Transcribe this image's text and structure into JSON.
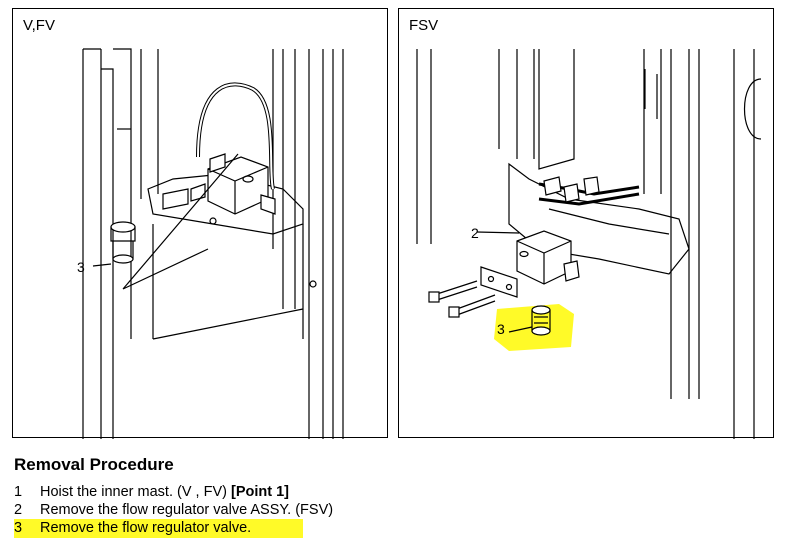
{
  "panels": [
    {
      "label": "V,FV",
      "callouts": [
        "3"
      ]
    },
    {
      "label": "FSV",
      "callouts": [
        "2",
        "3"
      ]
    }
  ],
  "procedure": {
    "title": "Removal Procedure",
    "steps": [
      {
        "num": "1",
        "text": "Hoist the inner mast. (V , FV) ",
        "bold": "[Point 1]"
      },
      {
        "num": "2",
        "text": "Remove the flow regulator valve ASSY. (FSV)",
        "bold": ""
      },
      {
        "num": "3",
        "text": "Remove the flow regulator valve.",
        "bold": ""
      }
    ]
  },
  "highlight_color": "#fffa28"
}
